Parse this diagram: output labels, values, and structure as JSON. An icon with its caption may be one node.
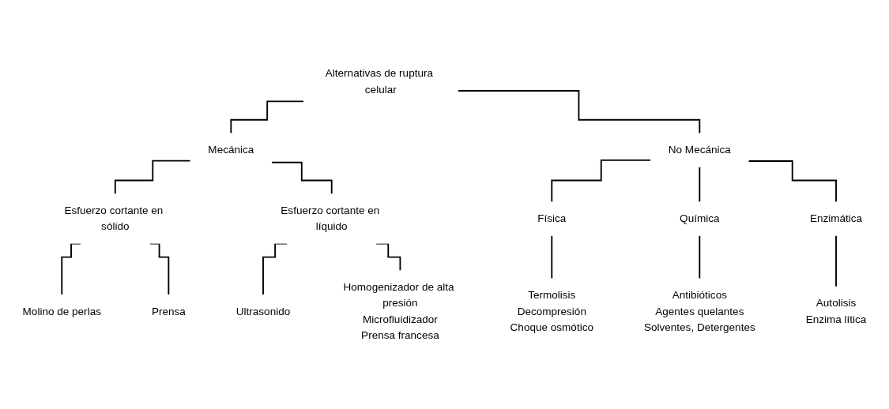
{
  "diagram": {
    "nodes": [
      {
        "text": [
          "Alternativas de ruptura celular"
        ]
      },
      {
        "text": [
          "Mecánica"
        ]
      },
      {
        "text": [
          "No Mecánica"
        ]
      },
      {
        "text": [
          "Esfuerzo cortante en sólido"
        ]
      },
      {
        "text": [
          "Esfuerzo cortante en líquido"
        ]
      },
      {
        "text": [
          "Física"
        ]
      },
      {
        "text": [
          "Química"
        ]
      },
      {
        "text": [
          "Enzimática"
        ]
      },
      {
        "text": [
          "Molino de perlas"
        ]
      },
      {
        "text": [
          "Prensa"
        ]
      },
      {
        "text": [
          "Ultrasonido"
        ]
      },
      {
        "text": [
          "Homogenizador de alta presión",
          "Microfluidizador",
          "Prensa francesa"
        ]
      },
      {
        "text": [
          "Termolisis",
          "Decompresión",
          "Choque osmótico"
        ]
      },
      {
        "text": [
          "Antibióticos",
          "Agentes quelantes",
          "Solventes, Detergentes"
        ]
      },
      {
        "text": [
          "Autolisis",
          "Enzima lítica"
        ]
      }
    ],
    "edges": [
      {
        "from": 0,
        "to": 1,
        "arrow": "none"
      },
      {
        "from": 0,
        "to": 2,
        "arrow": "none"
      },
      {
        "from": 1,
        "to": 3,
        "arrow": "none"
      },
      {
        "from": 1,
        "to": 4,
        "arrow": "none"
      },
      {
        "from": 2,
        "to": 5,
        "arrow": "none"
      },
      {
        "from": 2,
        "to": 6,
        "arrow": "none"
      },
      {
        "from": 2,
        "to": 7,
        "arrow": "none"
      },
      {
        "from": 3,
        "to": 8,
        "arrow": "none"
      },
      {
        "from": 3,
        "to": 9,
        "arrow": "none"
      },
      {
        "from": 4,
        "to": 10,
        "arrow": "none"
      },
      {
        "from": 4,
        "to": 11,
        "arrow": "none"
      },
      {
        "from": 5,
        "to": 12,
        "arrow": "none"
      },
      {
        "from": 6,
        "to": 13,
        "arrow": "none"
      },
      {
        "from": 7,
        "to": 14,
        "arrow": "none"
      }
    ]
  }
}
